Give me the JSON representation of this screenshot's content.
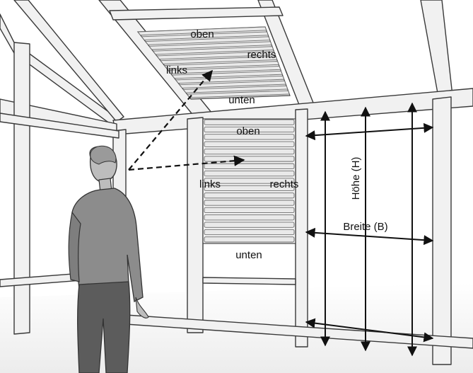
{
  "roof_blind": {
    "top": "oben",
    "left": "links",
    "right": "rechts",
    "bottom": "unten"
  },
  "wall_blind": {
    "top": "oben",
    "left": "links",
    "right": "rechts",
    "bottom": "unten"
  },
  "measure": {
    "height": "Höhe (H)",
    "width": "Breite (B)"
  },
  "colors": {
    "ink": "#111111",
    "frame": "#f1f1f1",
    "person_shirt": "#8c8c8c",
    "person_pants": "#5c5c5c"
  }
}
